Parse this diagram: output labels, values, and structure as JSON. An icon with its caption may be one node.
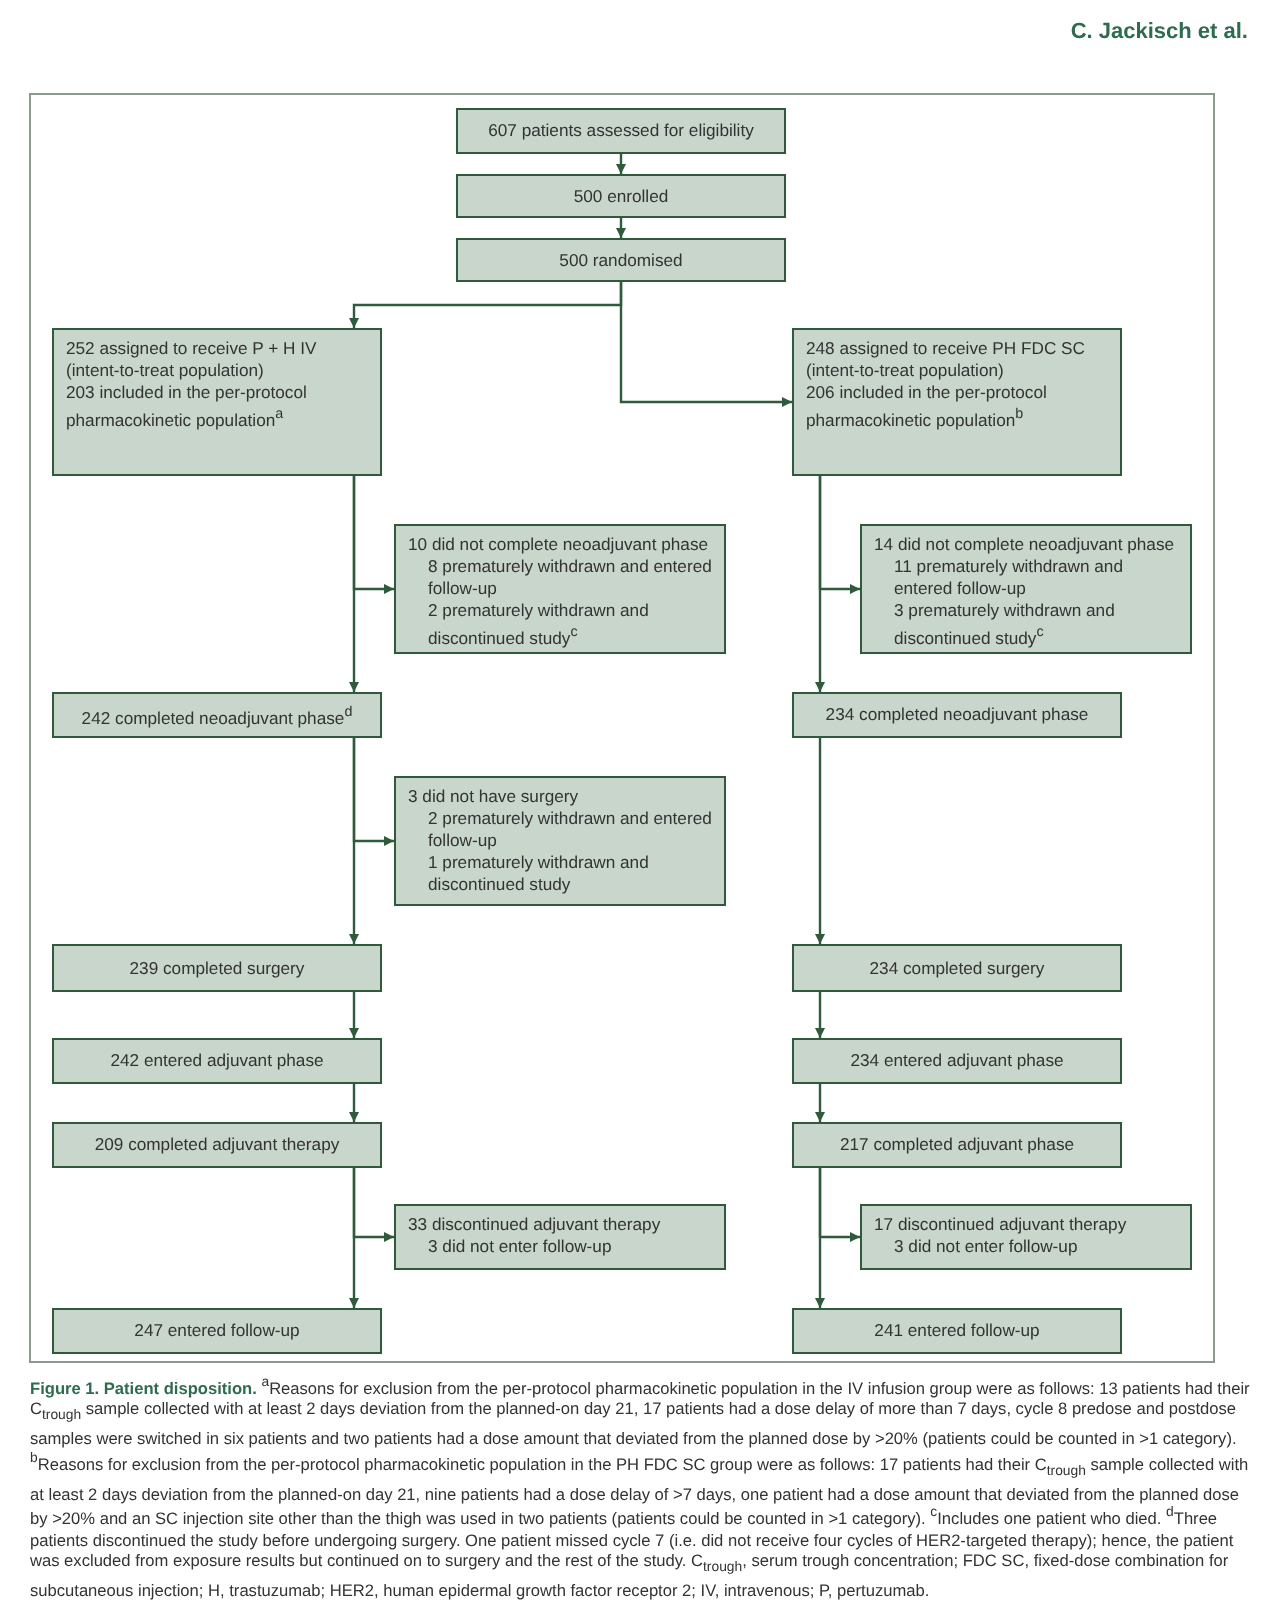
{
  "diagram": {
    "caption": "**Figure 1. Patient disposition.** $^{a}$Reasons for exclusion from the per-protocol pharmacokinetic population in the IV infusion group were as follows: 13 patients had their C$_{trough}$ sample collected with at least 2 days deviation from the planned-on day 21, 17 patients had a dose delay of more than 7 days, cycle 8 predose and postdose samples were switched in six patients and two patients had a dose amount that deviated from the planned dose by >20% (patients could be counted in >1 category). $^{b}$Reasons for exclusion from the per-protocol pharmacokinetic population in the PH FDC SC group were as follows: 17 patients had their C$_{trough}$ sample collected with at least 2 days deviation from the planned-on day 21, nine patients had a dose delay of >7 days, one patient had a dose amount that deviated from the planned dose by >20% and an SC injection site other than the thigh was used in two patients (patients could be counted in >1 category). $^{c}$Includes one patient who died. $^{d}$Three patients discontinued the study before undergoing surgery. One patient missed cycle 7 (i.e. did not receive four cycles of HER2-targeted therapy); hence, the patient was excluded from exposure results but continued on to surgery and the rest of the study. C$_{trough}$, serum trough concentration; FDC SC, fixed-dose combination for subcutaneous injection; H, trastuzumab; HER2, human epidermal growth factor receptor 2; IV, intravenous; P, pertuzumab.",
    "nodes": [
      {
        "text": [
          "607 patients assessed for eligibility"
        ]
      },
      {
        "text": [
          "500 enrolled"
        ]
      },
      {
        "text": [
          "500 randomised"
        ]
      },
      {
        "text": [
          "252 assigned to receive P + H IV (intent-to-treat population)",
          "203 included in the per-protocol pharmacokinetic population$^{a}$"
        ]
      },
      {
        "text": [
          "248 assigned to receive PH FDC SC (intent-to-treat population)",
          "206 included in the per-protocol pharmacokinetic population$^{b}$"
        ]
      },
      {
        "text": [
          "10 did not complete neoadjuvant phase",
          "8 prematurely withdrawn and entered follow-up",
          "2 prematurely withdrawn and discontinued study$^{c}$"
        ]
      },
      {
        "text": [
          "14 did not complete neoadjuvant phase",
          "11 prematurely withdrawn and entered follow-up",
          "3 prematurely withdrawn and discontinued study$^{c}$"
        ]
      },
      {
        "text": [
          "242 completed neoadjuvant phase$^{d}$"
        ]
      },
      {
        "text": [
          "234 completed neoadjuvant phase"
        ]
      },
      {
        "text": [
          "3 did not have surgery",
          "2 prematurely withdrawn and entered follow-up",
          "1 prematurely withdrawn and discontinued study"
        ]
      },
      {
        "text": [
          "239 completed surgery"
        ]
      },
      {
        "text": [
          "234 completed surgery"
        ]
      },
      {
        "text": [
          "242 entered adjuvant phase"
        ]
      },
      {
        "text": [
          "234 entered adjuvant phase"
        ]
      },
      {
        "text": [
          "209 completed adjuvant therapy"
        ]
      },
      {
        "text": [
          "217 completed adjuvant phase"
        ]
      },
      {
        "text": [
          "33 discontinued adjuvant therapy",
          "3 did not enter follow-up"
        ]
      },
      {
        "text": [
          "17 discontinued adjuvant therapy",
          "3 did not enter follow-up"
        ]
      },
      {
        "text": [
          "247 entered follow-up"
        ]
      },
      {
        "text": [
          "241 entered follow-up"
        ]
      }
    ],
    "edges": [
      {
        "from": 0,
        "to": 1,
        "arrow": "to"
      },
      {
        "from": 1,
        "to": 2,
        "arrow": "to"
      },
      {
        "from": 2,
        "to": 3,
        "arrow": "to"
      },
      {
        "from": 2,
        "to": 4,
        "arrow": "to"
      },
      {
        "from": 3,
        "to": 5,
        "arrow": "to"
      },
      {
        "from": 3,
        "to": 7,
        "arrow": "to"
      },
      {
        "from": 4,
        "to": 6,
        "arrow": "to"
      },
      {
        "from": 4,
        "to": 8,
        "arrow": "to"
      },
      {
        "from": 7,
        "to": 9,
        "arrow": "to"
      },
      {
        "from": 7,
        "to": 10,
        "arrow": "to"
      },
      {
        "from": 8,
        "to": 11,
        "arrow": "to"
      },
      {
        "from": 10,
        "to": 12,
        "arrow": "to"
      },
      {
        "from": 11,
        "to": 13,
        "arrow": "to"
      },
      {
        "from": 12,
        "to": 14,
        "arrow": "to"
      },
      {
        "from": 13,
        "to": 15,
        "arrow": "to"
      },
      {
        "from": 14,
        "to": 16,
        "arrow": "to"
      },
      {
        "from": 14,
        "to": 18,
        "arrow": "to"
      },
      {
        "from": 15,
        "to": 17,
        "arrow": "to"
      },
      {
        "from": 15,
        "to": 19,
        "arrow": "to"
      }
    ],
    "labels": [
      "C. Jackisch et al."
    ]
  }
}
